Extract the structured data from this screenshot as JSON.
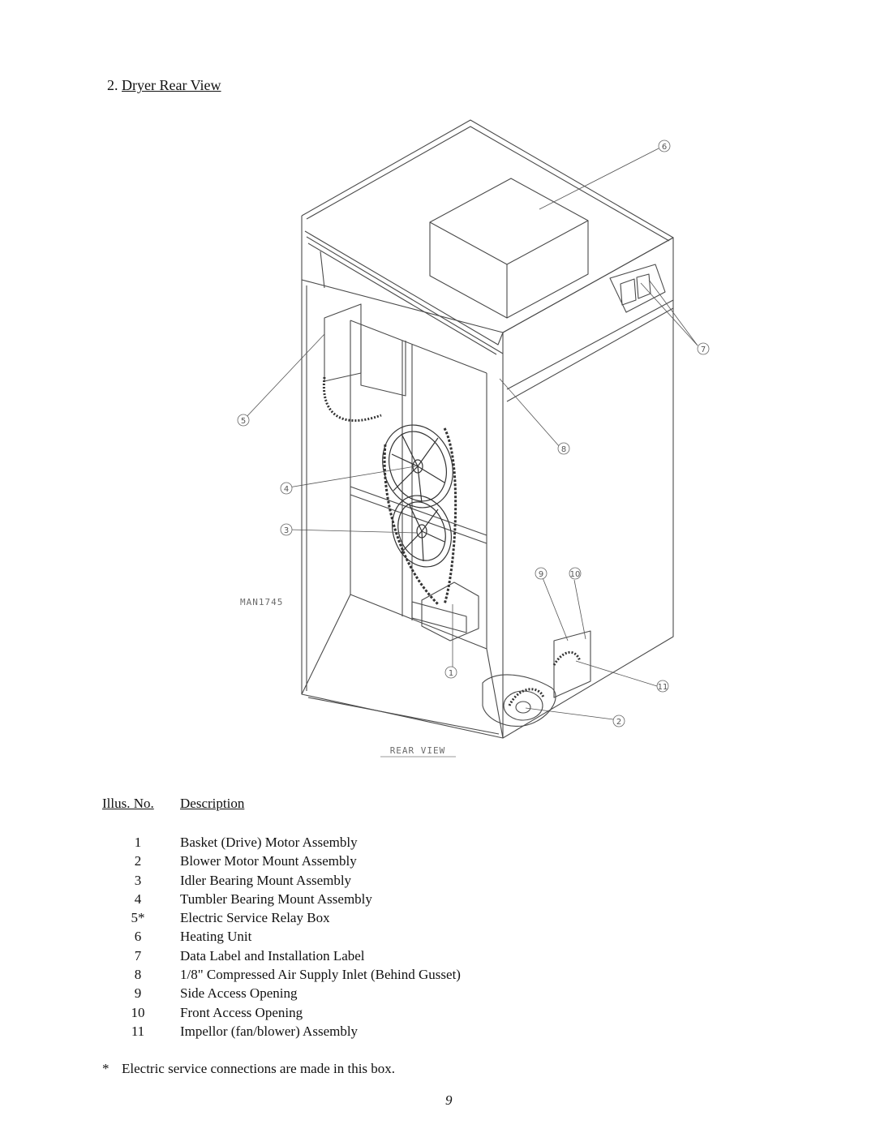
{
  "section": {
    "number": "2.",
    "title": "Dryer Rear View"
  },
  "diagram": {
    "drawing_id": "MAN1745",
    "view_label": "REAR VIEW",
    "callouts": [
      "1",
      "2",
      "3",
      "4",
      "5",
      "6",
      "7",
      "8",
      "9",
      "10",
      "11"
    ]
  },
  "legend": {
    "col_num_header": "Illus. No.",
    "col_desc_header": "Description",
    "items": [
      {
        "num": "1",
        "desc": "Basket (Drive) Motor Assembly"
      },
      {
        "num": "2",
        "desc": "Blower Motor Mount Assembly"
      },
      {
        "num": "3",
        "desc": "Idler Bearing Mount Assembly"
      },
      {
        "num": "4",
        "desc": "Tumbler Bearing Mount Assembly"
      },
      {
        "num": "5*",
        "desc": "Electric Service Relay Box"
      },
      {
        "num": "6",
        "desc": "Heating Unit"
      },
      {
        "num": "7",
        "desc": "Data Label and Installation Label"
      },
      {
        "num": "8",
        "desc": "1/8\" Compressed Air Supply Inlet (Behind Gusset)"
      },
      {
        "num": "9",
        "desc": "Side Access Opening"
      },
      {
        "num": "10",
        "desc": "Front Access Opening"
      },
      {
        "num": "11",
        "desc": "Impellor (fan/blower) Assembly"
      }
    ]
  },
  "footnote": {
    "mark": "*",
    "text": "Electric service connections are made in this box."
  },
  "page_number": "9"
}
